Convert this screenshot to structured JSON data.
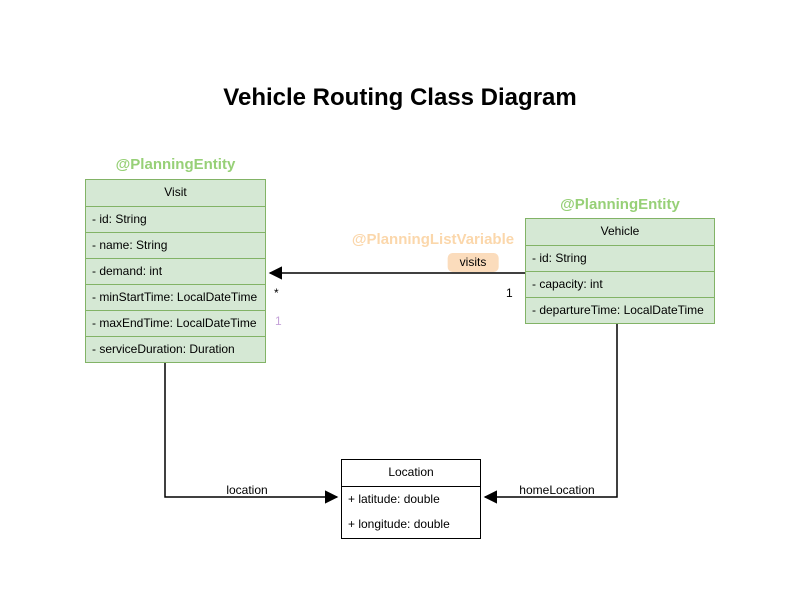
{
  "title": "Vehicle Routing Class Diagram",
  "colors": {
    "entity_fill": "#d5e8d4",
    "entity_border": "#82b366",
    "annotation_green": "#97d077",
    "annotation_orange": "#fbd7ab",
    "visits_label_bg": "#fbdcbc",
    "plain_fill": "#ffffff",
    "plain_border": "#000000",
    "mult_purple": "#c5a3d9",
    "line_color": "#000000",
    "text_color": "#000000"
  },
  "classes": {
    "visit": {
      "annotation": "@PlanningEntity",
      "name": "Visit",
      "attributes": [
        "- id: String",
        "- name: String",
        "- demand: int",
        "- minStartTime: LocalDateTime",
        "- maxEndTime: LocalDateTime",
        "- serviceDuration: Duration"
      ]
    },
    "vehicle": {
      "annotation": "@PlanningEntity",
      "name": "Vehicle",
      "attributes": [
        "- id: String",
        "- capacity: int",
        "- departureTime: LocalDateTime"
      ]
    },
    "location": {
      "name": "Location",
      "attributes": [
        "+ latitude: double",
        "+ longitude: double"
      ]
    }
  },
  "edges": {
    "visits": {
      "annotation": "@PlanningListVariable",
      "label": "visits",
      "target_multiplicity": "*",
      "source_multiplicity": "1",
      "list_index_hint": "1"
    },
    "location": {
      "label": "location"
    },
    "home_location": {
      "label": "homeLocation"
    }
  }
}
